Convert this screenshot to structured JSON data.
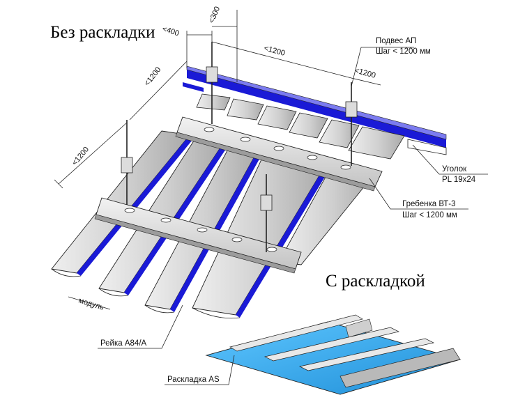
{
  "titles": {
    "without_spacer": "Без раскладки",
    "with_spacer": "С раскладкой"
  },
  "dimensions": {
    "d400": "<400",
    "d300": "<300",
    "top_1200": "<1200",
    "right_1200": "<1200",
    "left_1200_upper": "<1200",
    "left_1200_lower": "<1200",
    "module": "модуль"
  },
  "labels": {
    "hanger_line1": "Подвес АП",
    "hanger_line2": "Шаг < 1200 мм",
    "angle_line1": "Уголок",
    "angle_line2": "PL 19x24",
    "comb_line1": "Гребенка ВТ-3",
    "comb_line2": "Шаг < 1200 мм",
    "panel": "Рейка А84/А",
    "spacer": "Раскладка AS"
  },
  "colors": {
    "blue": "#1a1ad6",
    "panel_grey": "#c8c8c8",
    "sky": "#33a8ec",
    "line": "#222222"
  }
}
